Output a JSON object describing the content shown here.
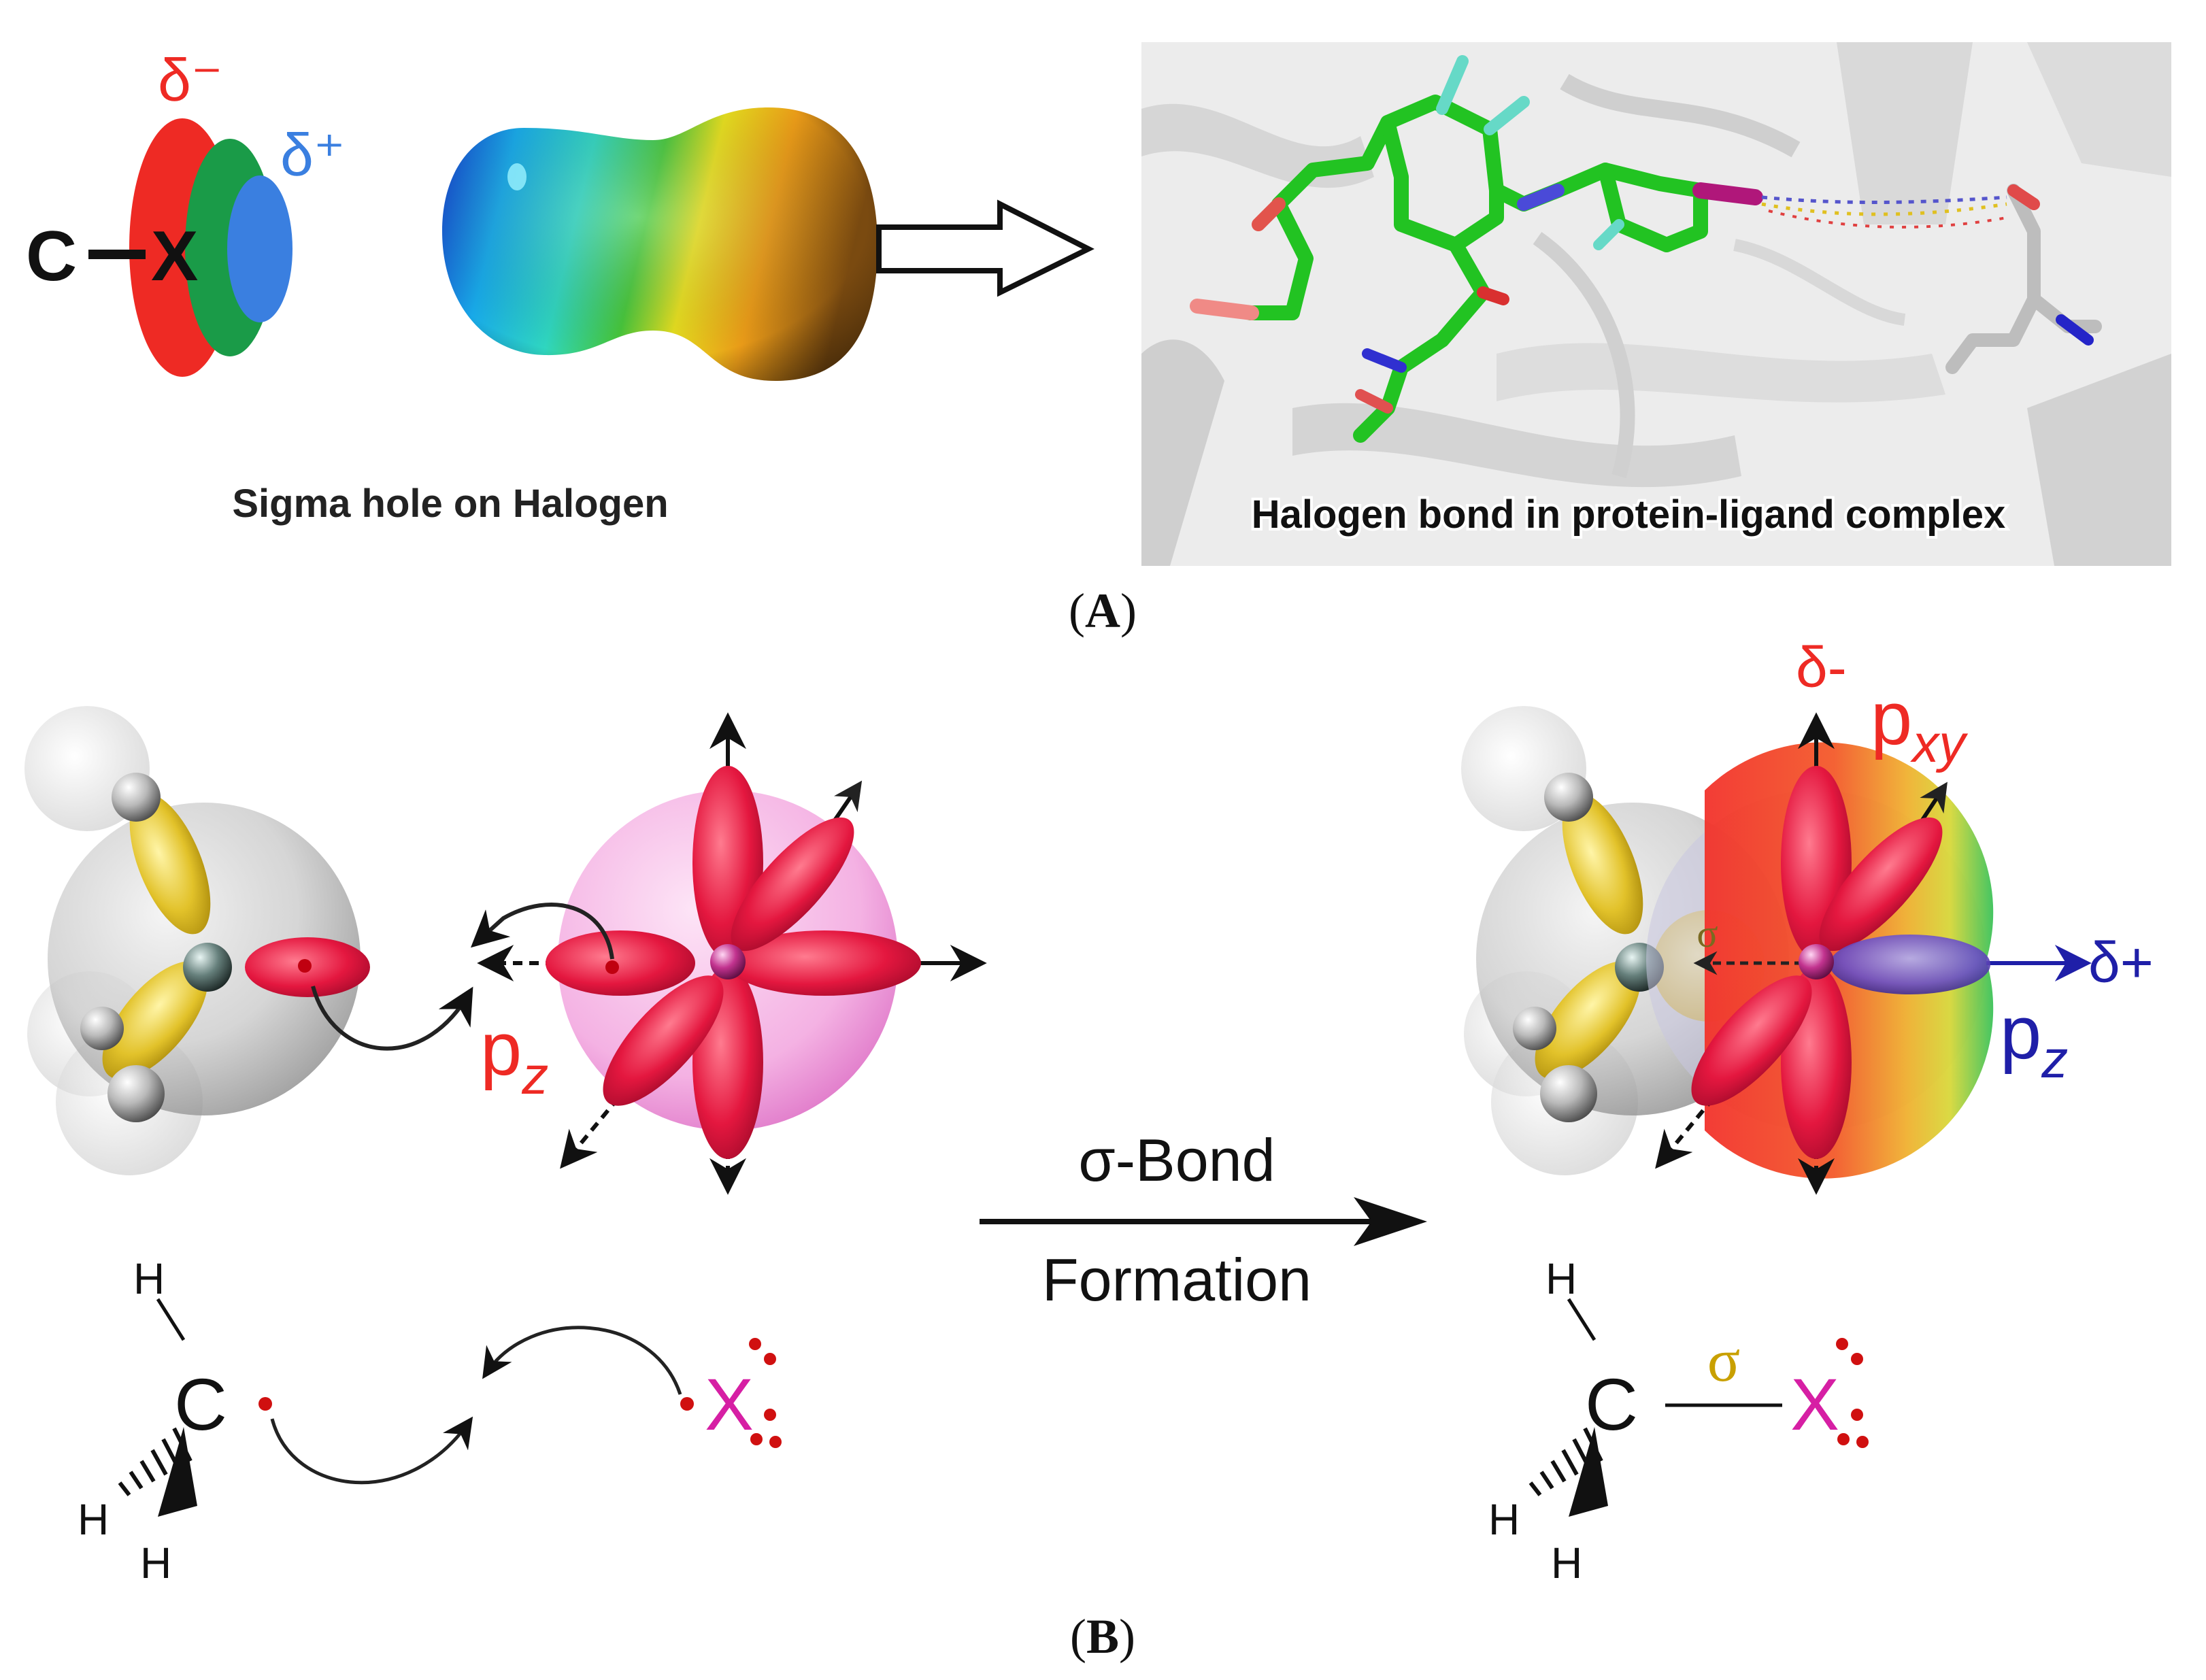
{
  "panel_a": {
    "delta_minus": "δ⁻",
    "delta_plus": "δ⁺",
    "atom_c": "C",
    "atom_x": "X",
    "caption_left": "Sigma hole on Halogen",
    "caption_right": "Halogen bond in protein-ligand complex",
    "panel_label": "A"
  },
  "panel_b": {
    "left": {
      "pz_main": "p",
      "pz_sub": "z",
      "h_top": "H",
      "h_left": "H",
      "h_bottom": "H",
      "atom_c": "C",
      "atom_x": "X"
    },
    "arrow_label_top": "σ-Bond",
    "arrow_label_bottom": "Formation",
    "right": {
      "delta_minus": "δ-",
      "pxy_main": "p",
      "pxy_sub": "xy",
      "delta_plus": "δ+",
      "pz_main": "p",
      "pz_sub": "z",
      "sigma_orbital": "σ",
      "h_top": "H",
      "h_left": "H",
      "h_bottom": "H",
      "atom_c": "C",
      "atom_x": "X",
      "sigma_bond": "σ"
    },
    "panel_label": "B"
  },
  "colors": {
    "red": "#ee2a24",
    "green": "#1a9b48",
    "blue": "#3a7fe0",
    "magenta": "#d61fa4",
    "gold": "#c9a800",
    "orbital_red": "#e21b40",
    "ligand_green": "#22c322"
  }
}
